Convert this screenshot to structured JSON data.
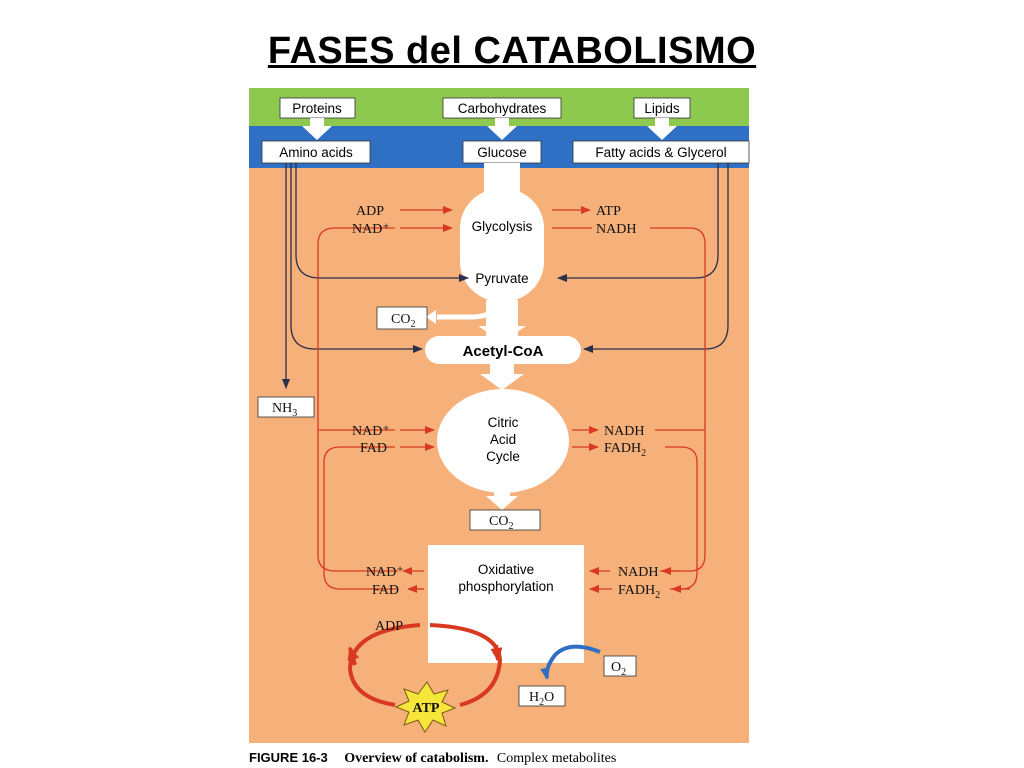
{
  "title": "FASES del CATABOLISMO",
  "colors": {
    "background": "#f6b07a",
    "top_band": "#8dc94f",
    "blue_band": "#2f6fc4",
    "red_arrow": "#d9391e",
    "dark_arrow": "#2a2f4a",
    "atp_star": "#f7e63a"
  },
  "sources": {
    "proteins": "Proteins",
    "carbohydrates": "Carbohydrates",
    "lipids": "Lipids"
  },
  "monomers": {
    "amino_acids": "Amino acids",
    "glucose": "Glucose",
    "fatty_acids": "Fatty acids & Glycerol"
  },
  "glycolysis": {
    "name": "Glycolysis",
    "product": "Pyruvate",
    "in_adp": "ADP",
    "in_nad": "NAD⁺",
    "out_atp": "ATP",
    "out_nadh": "NADH"
  },
  "co2_label": "CO",
  "co2_sub": "2",
  "acetyl": "Acetyl-CoA",
  "nh3_label": "NH",
  "nh3_sub": "3",
  "citric": {
    "line1": "Citric",
    "line2": "Acid",
    "line3": "Cycle",
    "in_nad": "NAD⁺",
    "in_fad": "FAD",
    "out_nadh": "NADH",
    "out_fadh": "FADH",
    "out_fadh_sub": "2"
  },
  "oxidative": {
    "line1": "Oxidative",
    "line2": "phosphorylation",
    "out_nad": "NAD⁺",
    "out_fad": "FAD",
    "in_nadh": "NADH",
    "in_fadh": "FADH",
    "in_fadh_sub": "2",
    "adp": "ADP",
    "atp": "ATP",
    "o2": "O",
    "o2_sub": "2",
    "h2o_a": "H",
    "h2o_sub": "2",
    "h2o_b": "O"
  },
  "caption": {
    "figure": "FIGURE 16-3",
    "bold": "Overview of catabolism.",
    "text": "Complex metabolites"
  }
}
